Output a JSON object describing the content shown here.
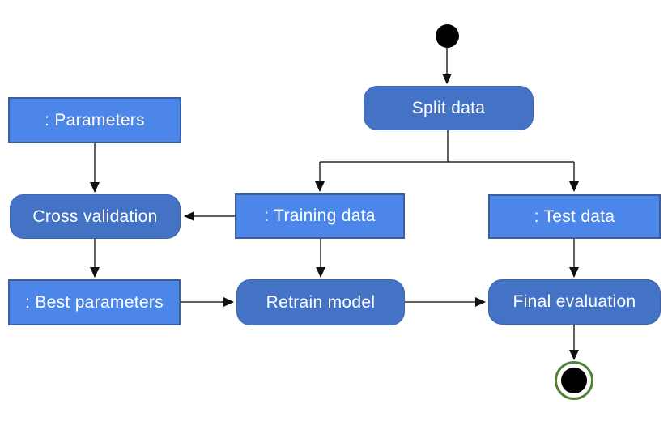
{
  "diagram": {
    "kind": "uml-activity-diagram",
    "background": "#ffffff",
    "colors": {
      "action_fill": "#4472C4",
      "action_border": "#3A66B0",
      "object_fill": "#4C86E8",
      "object_border": "#3D5E9E",
      "edge_color": "#2b2b2b",
      "arrow_fill": "#111111",
      "text_color": "#ffffff",
      "final_ring": "#538135",
      "node_black": "#000000"
    },
    "nodes": {
      "initial": {
        "kind": "initial-node",
        "label": ""
      },
      "split_data": {
        "kind": "action",
        "label": "Split data"
      },
      "parameters": {
        "kind": "object",
        "label": ": Parameters"
      },
      "cross_validation": {
        "kind": "action",
        "label": "Cross validation"
      },
      "training_data": {
        "kind": "object",
        "label": ": Training data"
      },
      "test_data": {
        "kind": "object",
        "label": ": Test data"
      },
      "best_parameters": {
        "kind": "object",
        "label": ": Best parameters"
      },
      "retrain_model": {
        "kind": "action",
        "label": "Retrain model"
      },
      "final_evaluation": {
        "kind": "action",
        "label": "Final evaluation"
      },
      "final": {
        "kind": "final-node",
        "label": ""
      }
    },
    "edges": [
      {
        "from": "initial",
        "to": "split_data"
      },
      {
        "from": "split_data",
        "to": "training_data"
      },
      {
        "from": "split_data",
        "to": "test_data"
      },
      {
        "from": "parameters",
        "to": "cross_validation"
      },
      {
        "from": "training_data",
        "to": "cross_validation"
      },
      {
        "from": "cross_validation",
        "to": "best_parameters"
      },
      {
        "from": "best_parameters",
        "to": "retrain_model"
      },
      {
        "from": "training_data",
        "to": "retrain_model"
      },
      {
        "from": "retrain_model",
        "to": "final_evaluation"
      },
      {
        "from": "test_data",
        "to": "final_evaluation"
      },
      {
        "from": "final_evaluation",
        "to": "final"
      }
    ]
  }
}
